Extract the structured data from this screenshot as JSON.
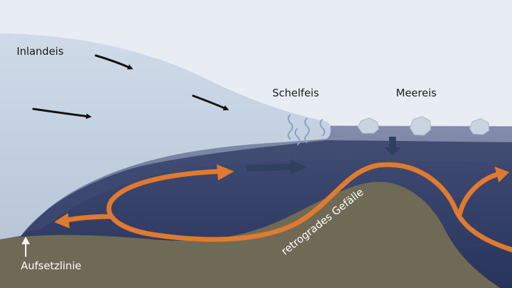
{
  "labels": {
    "inland_ice": "Inlandeis",
    "ice_shelf": "Schelfeis",
    "sea_ice": "Meereis",
    "retrograde_slope": "retrogrades Gefälle",
    "grounding_line": "Aufsetzlinie"
  },
  "colors": {
    "sky": "#e8edf3",
    "ice": "#c9d5e3",
    "upper_water": "#7b86a6",
    "deep_water": "#2e3a5e",
    "bedrock": "#6e6a55",
    "warm_current": "#e07a2e",
    "dark_arrow": "#2f4060",
    "ice_flow_arrow": "#111111",
    "melt_wave": "#8aa3c4"
  }
}
